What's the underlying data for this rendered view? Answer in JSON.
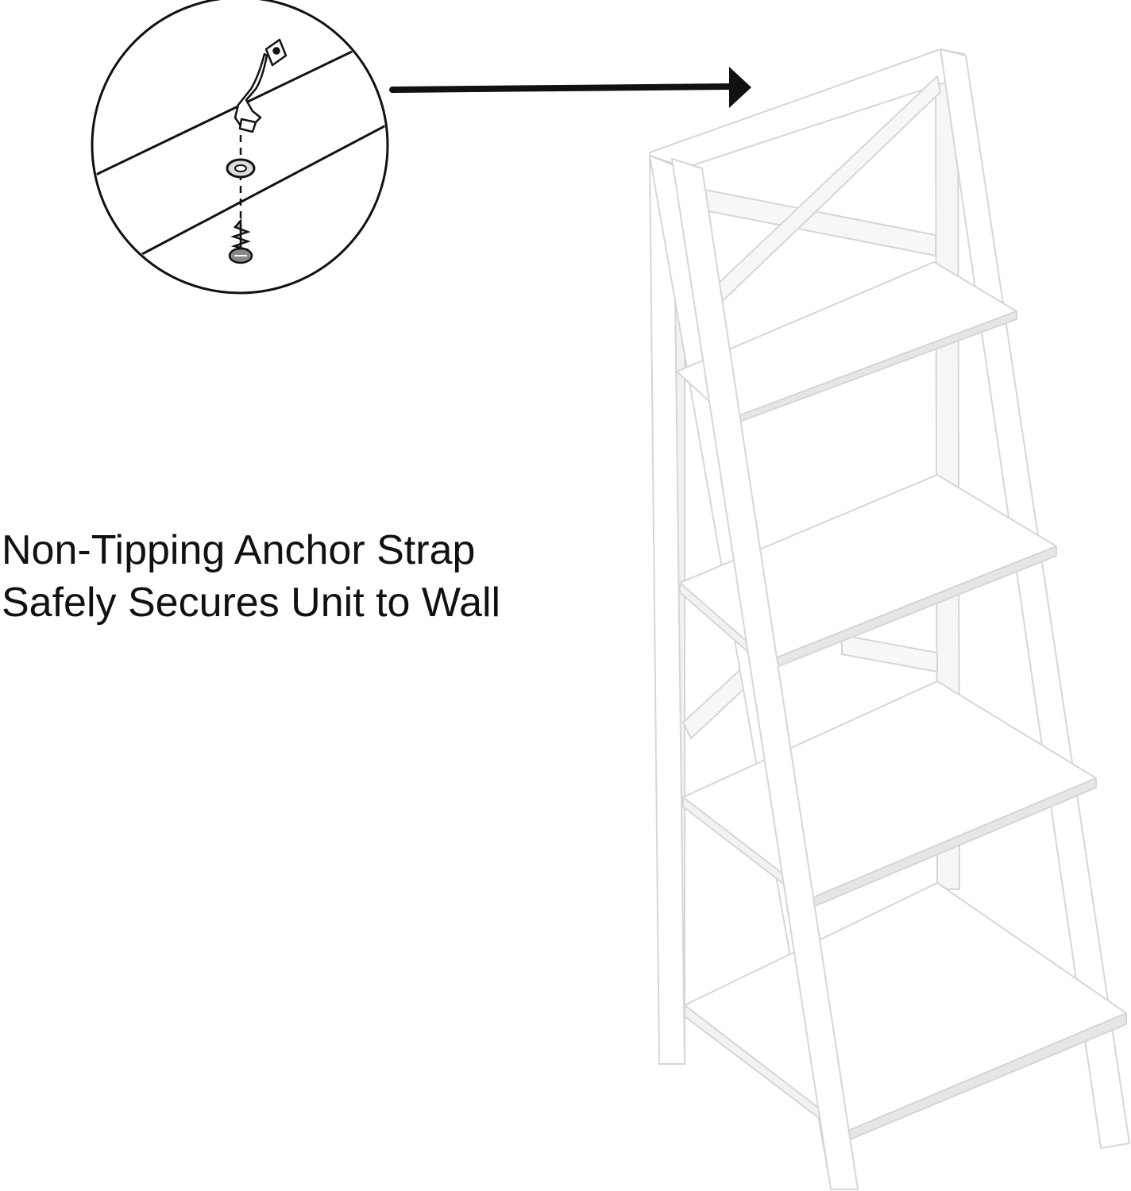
{
  "caption": {
    "line1": "Non-Tipping Anchor Strap",
    "line2": "Safely Secures Unit to Wall"
  },
  "colors": {
    "background": "#ffffff",
    "line": "#111111",
    "shelf_fill": "#ffffff",
    "shelf_edge": "#d6d6d6",
    "frame_shade": "#eeeeee"
  },
  "icons": {
    "detail": "anchor-strap-detail-icon",
    "arrow": "arrow-right-icon",
    "furniture": "ladder-bookshelf-illustration"
  }
}
